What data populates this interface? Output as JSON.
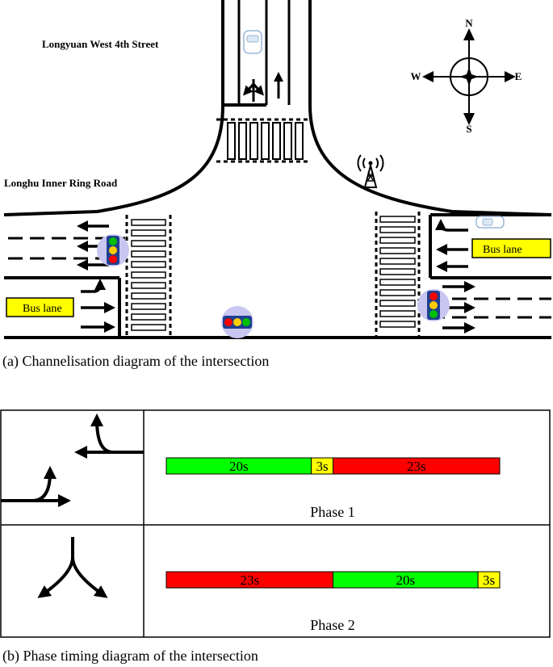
{
  "streets": {
    "north_name": "Longyuan West 4th Street",
    "west_name": "Longhu Inner Ring Road"
  },
  "compass": {
    "n": "N",
    "s": "S",
    "e": "E",
    "w": "W"
  },
  "bus_lanes": {
    "west_label": "Bus lane",
    "east_label": "Bus lane"
  },
  "captions": {
    "a": "(a) Channelisation diagram of the intersection",
    "b": "(b) Phase timing diagram of the intersection"
  },
  "colors": {
    "green": "#00ff00",
    "yellow": "#ffff00",
    "red": "#ff0000",
    "bus_lane": "#ffff00",
    "signal_halo": "#c9c6f2"
  },
  "phases": [
    {
      "label": "Phase 1",
      "segments": [
        {
          "color": "green",
          "seconds": 20,
          "label": "20s"
        },
        {
          "color": "yellow",
          "seconds": 3,
          "label": "3s"
        },
        {
          "color": "red",
          "seconds": 23,
          "label": "23s"
        }
      ]
    },
    {
      "label": "Phase 2",
      "segments": [
        {
          "color": "red",
          "seconds": 23,
          "label": "23s"
        },
        {
          "color": "green",
          "seconds": 20,
          "label": "20s"
        },
        {
          "color": "yellow",
          "seconds": 3,
          "label": "3s"
        }
      ]
    }
  ]
}
